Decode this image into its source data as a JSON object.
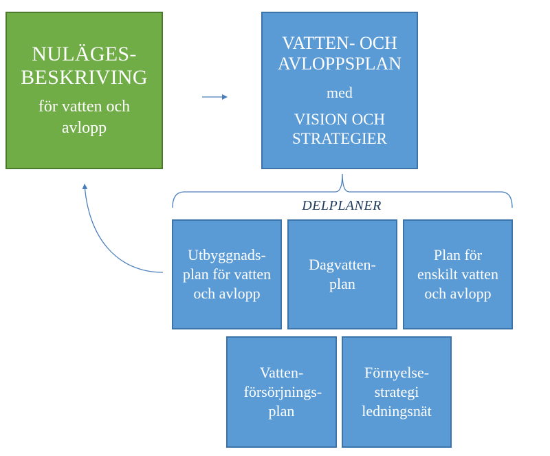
{
  "nulage_box": {
    "title": "NULÄGES-BESKRIVING",
    "subtitle": "för vatten och avlopp"
  },
  "va_plan_box": {
    "title": "VATTEN- OCH AVLOPPSPLAN",
    "connector": "med",
    "subtitle": "VISION OCH STRATEGIER"
  },
  "delplaner": {
    "label": "DELPLANER",
    "items": [
      {
        "label": "Utbyggnads-plan för vatten och avlopp"
      },
      {
        "label": "Dagvatten-plan"
      },
      {
        "label": "Plan för enskilt vatten och avlopp"
      },
      {
        "label": "Vatten-försörjnings-plan"
      },
      {
        "label": "Förnyelse-strategi ledningsnät"
      }
    ]
  },
  "colors": {
    "green": "#70ad47",
    "blue": "#5b9bd5",
    "arrow": "#4a7ebb"
  }
}
